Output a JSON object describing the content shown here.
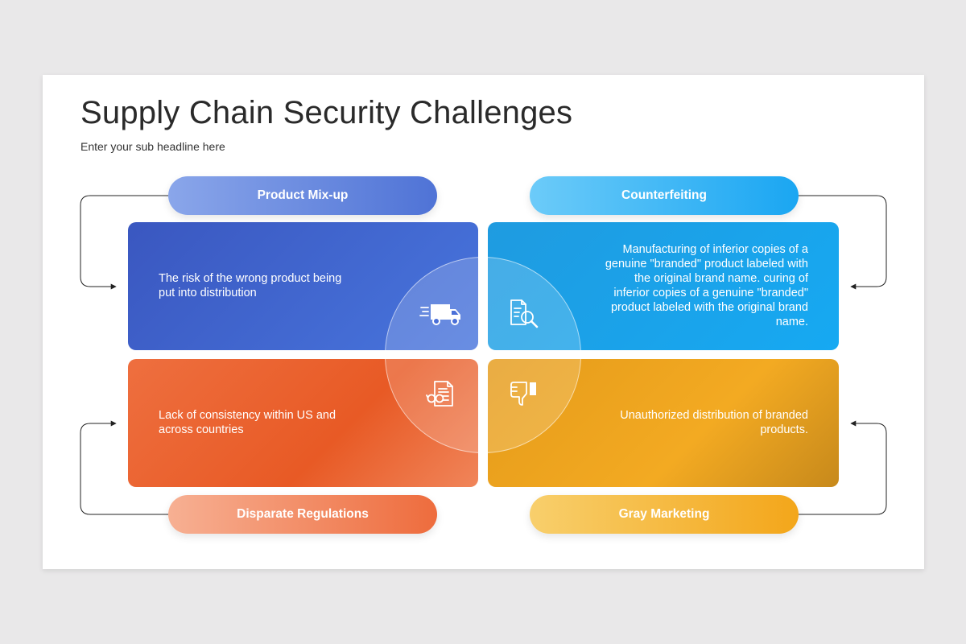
{
  "slide": {
    "title": "Supply Chain Security Challenges",
    "subtitle": "Enter your sub headline here"
  },
  "quadrants": [
    {
      "id": "product-mix-up",
      "label": "Product Mix-up",
      "description": "The risk of the wrong product being put into distribution",
      "icon": "delivery-truck-icon",
      "color": "#4a6fd8"
    },
    {
      "id": "counterfeiting",
      "label": "Counterfeiting",
      "description": "Manufacturing of inferior copies of a genuine \"branded\" product labeled with the original brand name. curing of inferior copies of a genuine \"branded\" product labeled with the original brand name.",
      "icon": "document-search-icon",
      "color": "#18a6f0"
    },
    {
      "id": "disparate-regulations",
      "label": "Disparate Regulations",
      "description": "Lack of consistency  within US and across countries",
      "icon": "document-glasses-icon",
      "color": "#eb6330"
    },
    {
      "id": "gray-marketing",
      "label": "Gray Marketing",
      "description": "Unauthorized distribution of branded products.",
      "icon": "thumbs-down-icon",
      "color": "#f2a41f"
    }
  ]
}
